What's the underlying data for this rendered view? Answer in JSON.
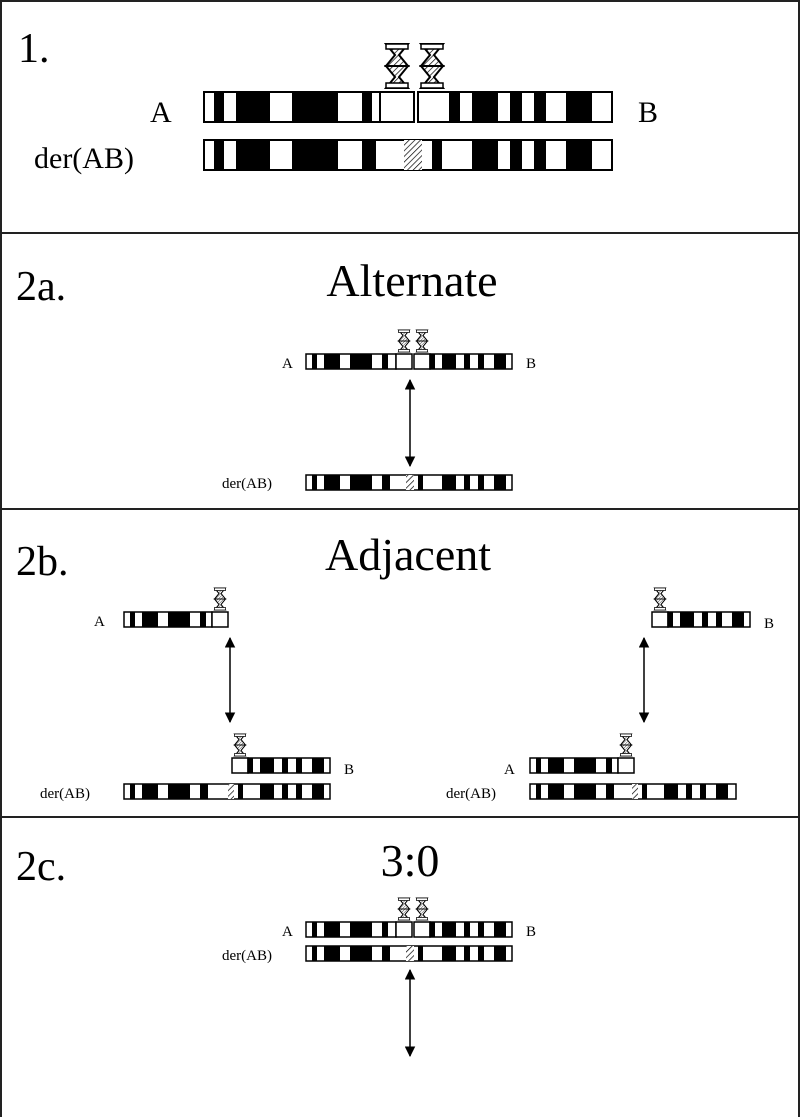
{
  "colors": {
    "ink": "#000000",
    "paper": "#ffffff",
    "frame": "#222222"
  },
  "panels": [
    {
      "id": "p1",
      "number": "1.",
      "title": ""
    },
    {
      "id": "p2a",
      "number": "2a.",
      "title": "Alternate"
    },
    {
      "id": "p2b",
      "number": "2b.",
      "title": "Adjacent"
    },
    {
      "id": "p2c",
      "number": "2c.",
      "title": "3:0"
    }
  ],
  "labels": {
    "a": "A",
    "b": "B",
    "der": "der(AB)"
  },
  "icons": [
    "centromere-icon",
    "double-arrow-icon"
  ]
}
